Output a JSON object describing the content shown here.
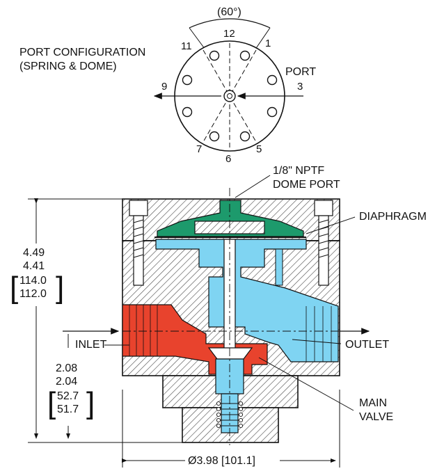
{
  "port_config": {
    "title_line1": "PORT CONFIGURATION",
    "title_line2": "(SPRING & DOME)",
    "angle": "(60°)",
    "port_label": "PORT",
    "positions": [
      "12",
      "1",
      "3",
      "5",
      "6",
      "7",
      "9",
      "11"
    ]
  },
  "callouts": {
    "dome_port_line1": "1/8\" NPTF",
    "dome_port_line2": "DOME PORT",
    "diaphragm": "DIAPHRAGM",
    "inlet": "INLET",
    "outlet": "OUTLET",
    "main_valve_line1": "MAIN",
    "main_valve_line2": "VALVE"
  },
  "dimensions": {
    "height_in_max": "4.49",
    "height_in_min": "4.41",
    "height_mm_max": "114.0",
    "height_mm_min": "112.0",
    "inlet_in_max": "2.08",
    "inlet_in_min": "2.04",
    "inlet_mm_max": "52.7",
    "inlet_mm_min": "51.7",
    "diameter": "Ø3.98 [101.1]"
  },
  "colors": {
    "inlet_flow": "#e8432d",
    "outlet_flow": "#7fd4f2",
    "dome": "#1d9a6c",
    "hatch": "#555555"
  }
}
